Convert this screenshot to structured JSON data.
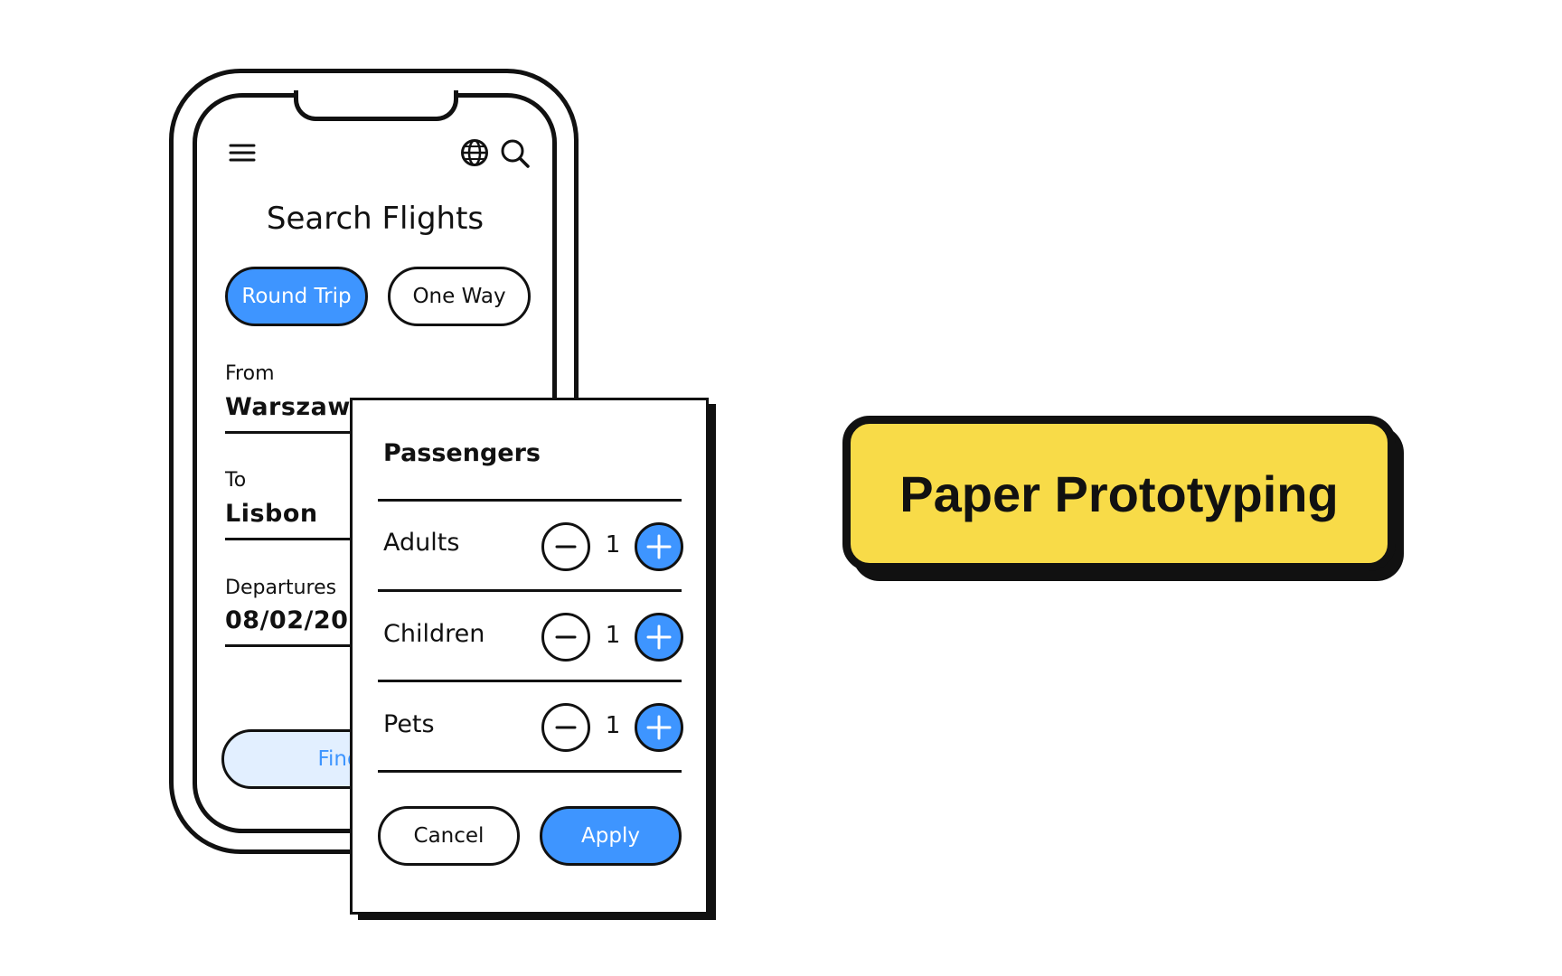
{
  "colors": {
    "accent_blue": "#3e95ff",
    "light_blue": "#e2efff",
    "badge_yellow": "#f8db48",
    "ink": "#111111"
  },
  "phone": {
    "icons": {
      "menu": "hamburger-menu-icon",
      "language": "globe-icon",
      "search": "search-icon"
    },
    "title": "Search Flights",
    "trip_types": [
      {
        "label": "Round Trip",
        "selected": true
      },
      {
        "label": "One Way",
        "selected": false
      }
    ],
    "fields": [
      {
        "label": "From",
        "value": "Warszaw"
      },
      {
        "label": "To",
        "value": "Lisbon"
      },
      {
        "label": "Departures",
        "value": "08/02/20"
      }
    ],
    "find_button": "Find"
  },
  "passengers": {
    "title": "Passengers",
    "rows": [
      {
        "label": "Adults",
        "count": "1"
      },
      {
        "label": "Children",
        "count": "1"
      },
      {
        "label": "Pets",
        "count": "1"
      }
    ],
    "cancel": "Cancel",
    "apply": "Apply"
  },
  "badge": {
    "text": "Paper Prototyping"
  }
}
